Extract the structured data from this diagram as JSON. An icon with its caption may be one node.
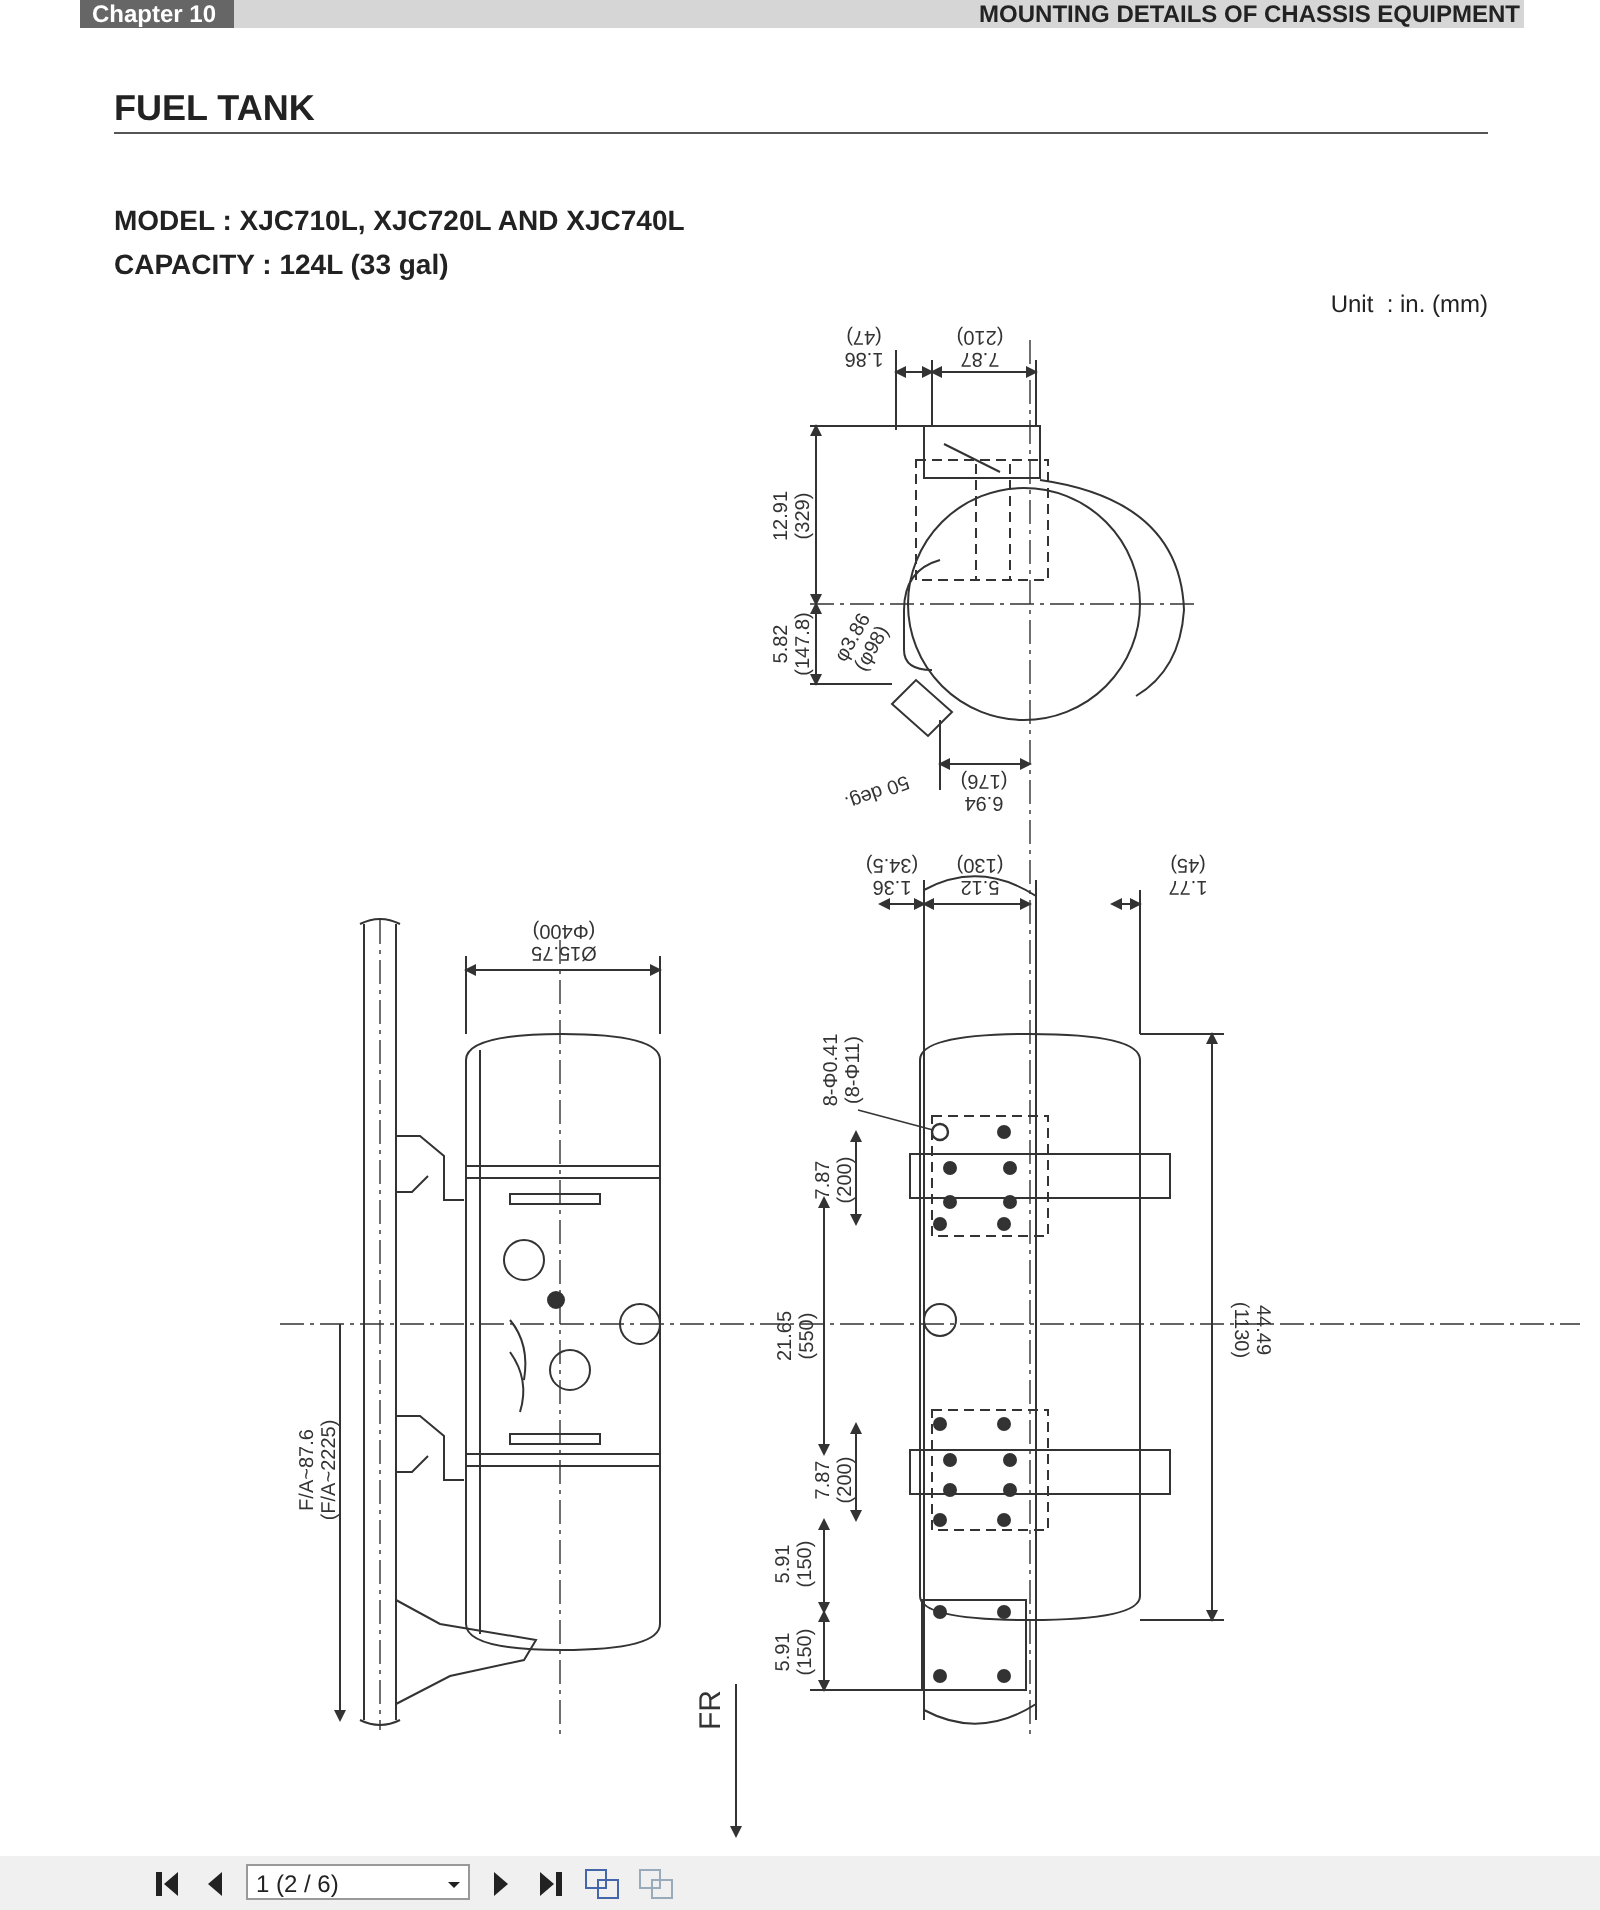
{
  "diagram": {
    "title": "FUEL TANK",
    "nodes": [
      {
        "text": [
          "8-Φ0.41 (8-Φ11)"
        ]
      },
      {
        "text": [],
        "shape": "circle"
      }
    ],
    "edges": [
      {
        "from": 0,
        "to": 1,
        "arrow": "none"
      }
    ],
    "labels": [
      "Chapter 10",
      "MOUNTING DETAILS OF CHASSIS EQUIPMENT",
      "MODEL : XJC710L, XJC720L AND XJC740L",
      "CAPACITY : 124L (33 gal)",
      "Unit  : in. (mm)",
      "1.86 (47)",
      "7.87 (210)",
      "12.91 (329)",
      "5.82 (147.8)",
      "φ3.86 (φ98)",
      "50 deg.",
      "6.94 (176)",
      "Ø15.75 (Φ400)",
      "1.36 (34.5)",
      "5.12 (130)",
      "1.77 (45)",
      "7.87 (200)",
      "21.65 (550)",
      "44.49 (1130)",
      "F/A~87.6 (F/A~2225)",
      "7.87 (200)",
      "5.91 (150)",
      "5.91 (150)",
      "FR",
      "1 (2 / 6)"
    ]
  }
}
